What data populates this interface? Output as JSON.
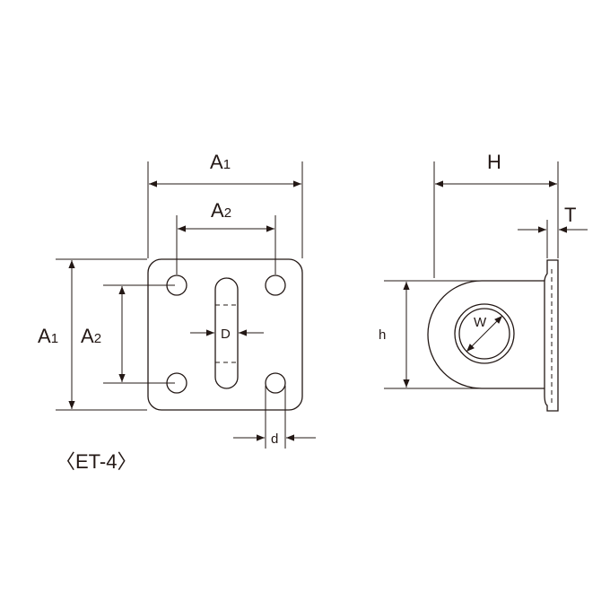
{
  "front_view": {
    "dim_a1_width": {
      "main": "A",
      "sub": "1"
    },
    "dim_a2_width": {
      "main": "A",
      "sub": "2"
    },
    "dim_a1_height": {
      "main": "A",
      "sub": "1"
    },
    "dim_a2_height": {
      "main": "A",
      "sub": "2"
    },
    "dim_slot_width": "D",
    "dim_hole_diameter": "d"
  },
  "side_view": {
    "dim_total_height": "H",
    "dim_thickness": "T",
    "dim_eye_height": "h",
    "dim_eye_inner": "W"
  },
  "model_label": "〈ET-4〉"
}
